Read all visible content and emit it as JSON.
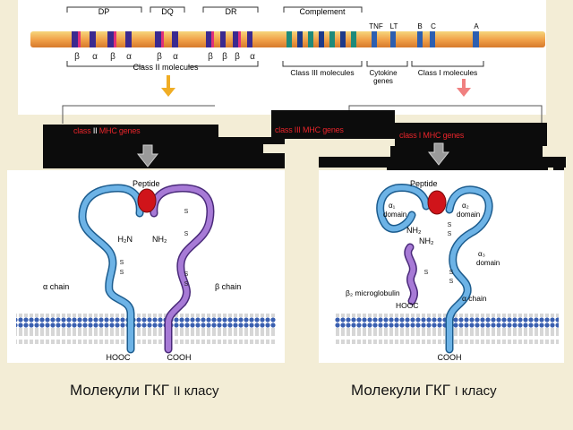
{
  "map": {
    "loci": {
      "dp": "DP",
      "dq": "DQ",
      "dr": "DR",
      "complement": "Complement",
      "tnf": "TNF",
      "lt": "LT",
      "b": "B",
      "c": "C",
      "a": "A"
    },
    "dp_subunits": [
      "β",
      "α",
      "β",
      "α"
    ],
    "dq_subunits": [
      "β",
      "α"
    ],
    "dr_subunits": [
      "β",
      "β",
      "β",
      "α"
    ],
    "classes": {
      "class2": "Class II molecules",
      "class3": "Class III molecules",
      "cytokine": "Cytokine genes",
      "class1": "Class I molecules"
    },
    "arrow_colors": {
      "class2": "#f0ad25",
      "class1": "#f08080"
    }
  },
  "labels": {
    "class2_genes_prefix": "class ",
    "class2_genes_roman": "II",
    "class2_genes_suffix": " MHC genes",
    "class3_genes": "class III MHC genes",
    "class1_genes": "class I MHC genes"
  },
  "class2_molecule": {
    "peptide": "Peptide",
    "nh2_a": "H₂N",
    "nh2_b": "NH₂",
    "alpha_chain": "α chain",
    "beta_chain": "β chain",
    "hooc": "HOOC",
    "cooh": "COOH",
    "ss": "S"
  },
  "class1_molecule": {
    "peptide": "Peptide",
    "alpha1_domain": "α₁",
    "alpha1_domain_word": "domain",
    "alpha2_domain": "α₂",
    "alpha2_domain_word": "domain",
    "nh2": "NH₂",
    "nh2_b": "NH₂",
    "alpha3_domain": "α₃",
    "alpha3_domain_word": "domain",
    "b2m": "β₂ microglobulin",
    "hooc": "HOOC",
    "alpha_chain": "α chain",
    "cooh": "COOH",
    "ss": "S"
  },
  "captions": {
    "left_prefix": "Молекули ГКГ ",
    "left_roman": "II",
    "left_suffix": " класу",
    "right_prefix": "Молекули ГКГ ",
    "right_roman": "I",
    "right_suffix": " класу"
  },
  "colors": {
    "background": "#f3edd6",
    "chain_blue": "#5fa8dc",
    "chain_purple": "#9b6cc8",
    "peptide_red": "#d0141a",
    "membrane_blue": "#3a5fb0",
    "gene_label_red": "#e8242a"
  }
}
